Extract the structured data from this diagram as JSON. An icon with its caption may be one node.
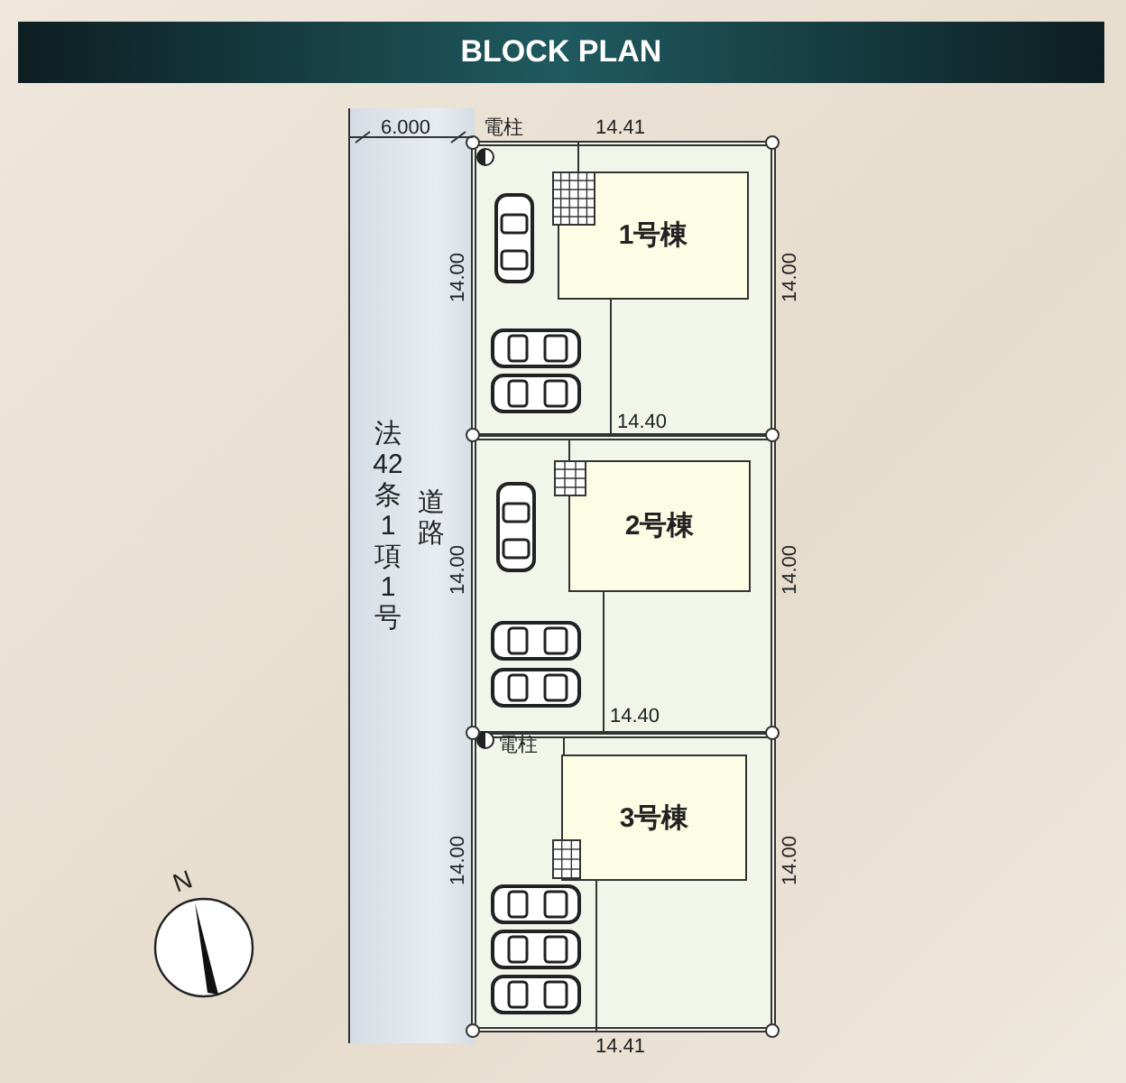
{
  "diagram": {
    "title": "BLOCK PLAN",
    "nodes": [
      {
        "text": [
          "法42条1項1号",
          "道路"
        ]
      },
      {
        "text": [],
        "shape": "box"
      },
      {
        "text": [
          "1号棟"
        ],
        "in": 1
      },
      {
        "text": [],
        "shape": "box"
      },
      {
        "text": [
          "2号棟"
        ],
        "in": 3
      },
      {
        "text": [],
        "shape": "box"
      },
      {
        "text": [
          "3号棟"
        ],
        "in": 5
      }
    ],
    "edges": [],
    "labels": [
      "6.000",
      "電柱",
      "14.41",
      "14.00",
      "14.00",
      "14.40",
      "14.00",
      "14.00",
      "14.40",
      "電柱",
      "14.00",
      "14.00",
      "14.41",
      "N"
    ]
  }
}
